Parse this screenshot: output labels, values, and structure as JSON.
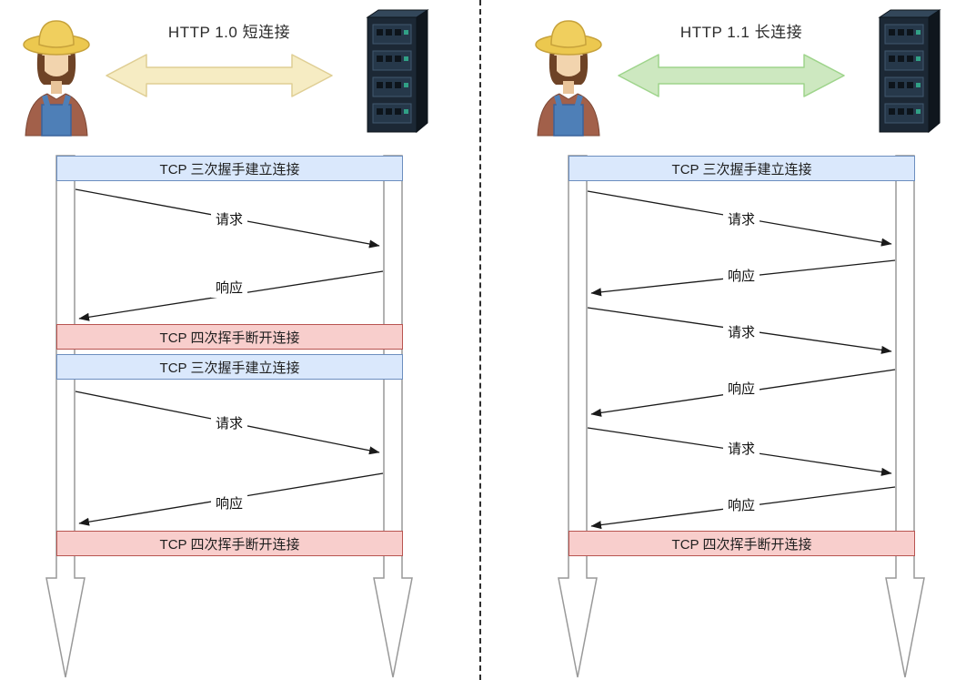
{
  "page": {
    "background": "#ffffff"
  },
  "panels": {
    "left": {
      "title": "HTTP 1.0 短连接",
      "sequence": [
        "TCP 三次握手建立连接",
        "请求",
        "响应",
        "TCP 四次挥手断开连接",
        "TCP 三次握手建立连接",
        "请求",
        "响应",
        "TCP 四次挥手断开连接"
      ]
    },
    "right": {
      "title": "HTTP 1.1 长连接",
      "sequence": [
        "TCP 三次握手建立连接",
        "请求",
        "响应",
        "请求",
        "响应",
        "请求",
        "响应",
        "TCP 四次挥手断开连接"
      ]
    }
  },
  "labels": {
    "tcp_connect": "TCP 三次握手建立连接",
    "tcp_disconnect": "TCP 四次挥手断开连接",
    "request": "请求",
    "response": "响应"
  },
  "colors": {
    "banner_blue_fill": "#dae8fc",
    "banner_blue_border": "#6c8ebf",
    "banner_red_fill": "#f8cecc",
    "banner_red_border": "#b85450",
    "lifeline_stroke": "#999999",
    "message_color": "#1a1a1a",
    "divider_color": "#2e2e2e",
    "arrow_left_fill": "#f6ecc3",
    "arrow_left_stroke": "#dfce94",
    "arrow_right_fill": "#cde8c0",
    "arrow_right_stroke": "#9ed48b"
  }
}
